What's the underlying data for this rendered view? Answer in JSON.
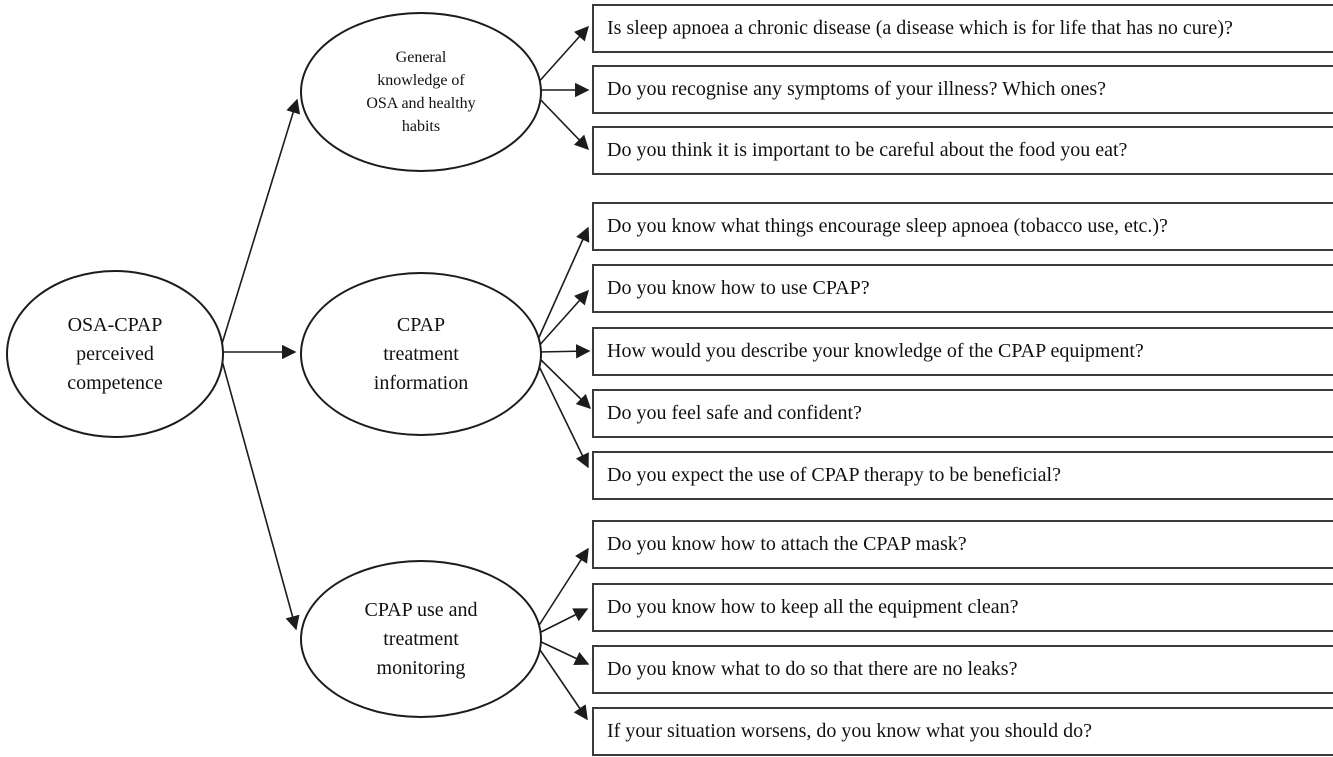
{
  "root": {
    "label": "OSA-CPAP\nperceived\ncompetence"
  },
  "categories": [
    {
      "label": "General\nknowledge of\nOSA and healthy\nhabits",
      "questions": [
        "Is sleep apnoea a chronic disease (a disease which is for life that has no cure)?",
        "Do you recognise any symptoms of your illness? Which ones?",
        "Do you think it is important to be careful about the food you eat?"
      ]
    },
    {
      "label": "CPAP\ntreatment\ninformation",
      "questions": [
        "Do you know what things encourage sleep apnoea (tobacco use, etc.)?",
        "Do you know how to use CPAP?",
        "How would you describe your knowledge of the CPAP equipment?",
        "Do you feel safe and confident?",
        "Do you expect the use of CPAP therapy to be beneficial?"
      ]
    },
    {
      "label": "CPAP use and\ntreatment\nmonitoring",
      "questions": [
        "Do you know how to attach the CPAP mask?",
        "Do you know how to keep all the equipment clean?",
        "Do you know what to do so that there are no leaks?",
        "If your situation worsens, do you know what you should do?"
      ]
    }
  ],
  "colors": {
    "line": "#1c1c1c",
    "box_border": "#3b3b3b",
    "text": "#111111",
    "background": "#ffffff"
  }
}
